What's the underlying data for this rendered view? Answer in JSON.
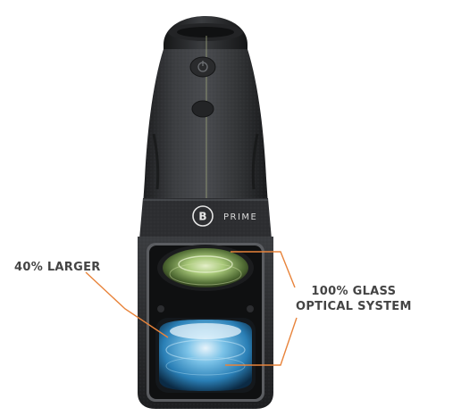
{
  "product": {
    "brand_mark": "B",
    "model_label": "PRIME"
  },
  "callouts": {
    "left": "40% LARGER",
    "right_line1": "100% GLASS",
    "right_line2": "OPTICAL SYSTEM"
  },
  "colors": {
    "leader_line": "#e8833a",
    "body_dark": "#2a2b2d",
    "body_mid": "#3f4144",
    "lens_green": "#9bbf6a",
    "lens_blue": "#3a8fc4",
    "callout_text": "#444444"
  }
}
